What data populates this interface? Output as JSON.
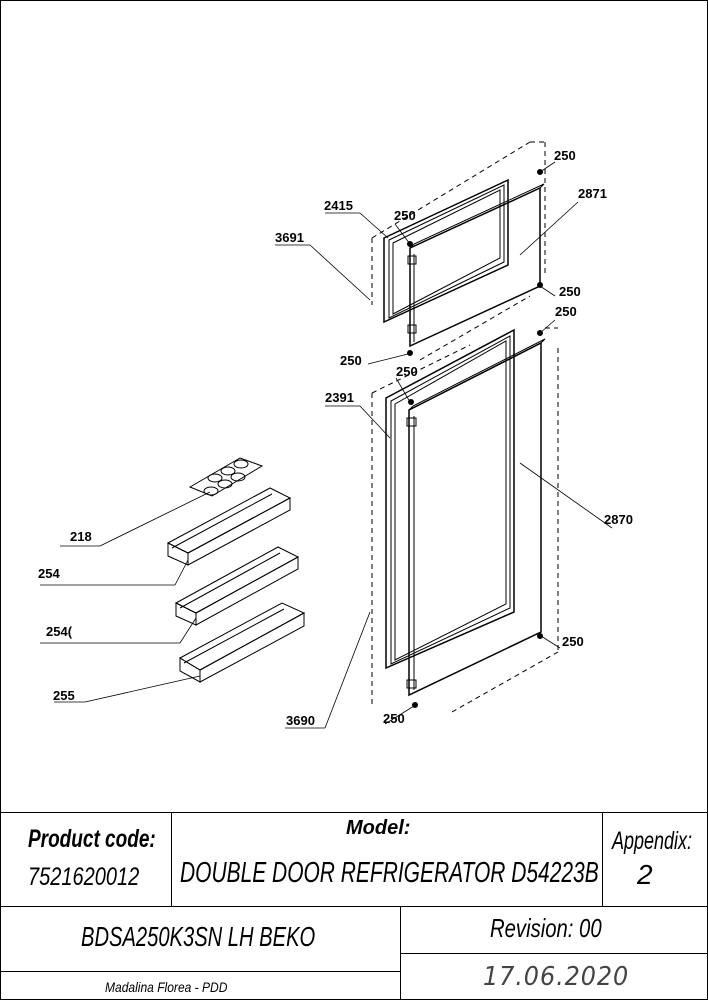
{
  "callouts": {
    "c250a": "250",
    "c2871": "2871",
    "c2415": "2415",
    "c250b": "250",
    "c3691": "3691",
    "c250c": "250",
    "c250d": "250",
    "c250e": "250",
    "c250f": "250",
    "c2391": "2391",
    "c2870": "2870",
    "c218": "218",
    "c254a": "254",
    "c254b": "254(",
    "c255": "255",
    "c250g": "250",
    "c3690": "3690",
    "c250h": "250"
  },
  "title_block": {
    "product_code_label": "Product code:",
    "product_code_value": "7521620012",
    "model_label": "Model:",
    "model_value": "DOUBLE DOOR REFRIGERATOR D54223B",
    "appendix_label": "Appendix:",
    "appendix_value": "2",
    "variant": "BDSA250K3SN LH BEKO",
    "revision_label": "Revision: 00",
    "author": "Madalina Florea - PDD",
    "date": "17.06.2020"
  }
}
